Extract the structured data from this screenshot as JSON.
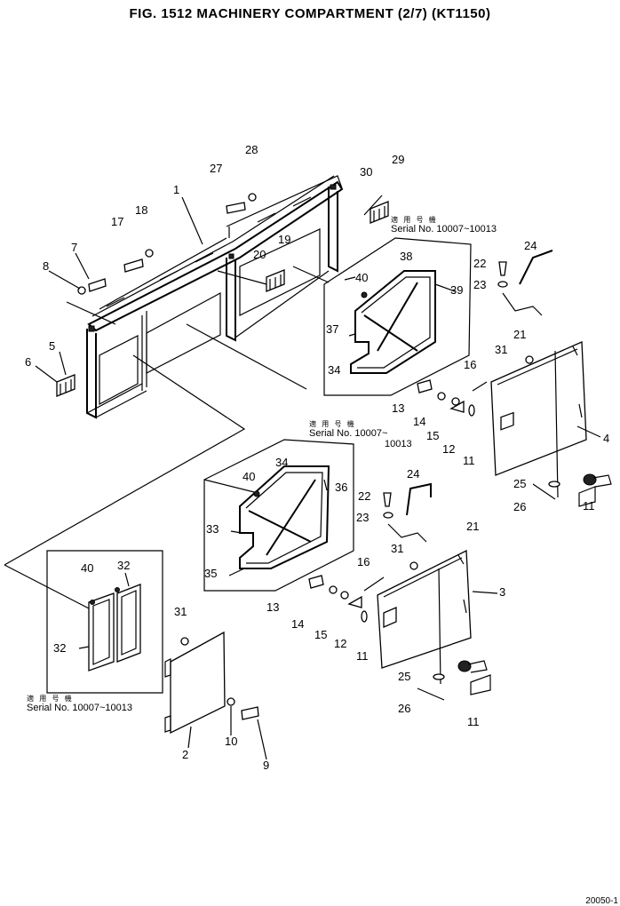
{
  "title": "FIG. 1512  MACHINERY COMPARTMENT (2/7) (KT1150)",
  "drawing_code": "20050-1",
  "serial_note_kanji": "適 用 号 機",
  "serial_notes": {
    "top_right": {
      "line1": "Serial No. 10007~10013"
    },
    "middle": {
      "line1": "Serial No. 10007~",
      "line2": "10013"
    },
    "bottom_left": {
      "line1": "Serial No. 10007~10013"
    }
  },
  "callouts": {
    "c1": "1",
    "c2": "2",
    "c3": "3",
    "c4": "4",
    "c5": "5",
    "c6": "6",
    "c7": "7",
    "c8": "8",
    "c9": "9",
    "c10": "10",
    "c11a": "11",
    "c11b": "11",
    "c11c": "11",
    "c11d": "11",
    "c12a": "12",
    "c12b": "12",
    "c13a": "13",
    "c13b": "13",
    "c14a": "14",
    "c14b": "14",
    "c15a": "15",
    "c15b": "15",
    "c16a": "16",
    "c16b": "16",
    "c17": "17",
    "c18": "18",
    "c19": "19",
    "c20": "20",
    "c21a": "21",
    "c21b": "21",
    "c22a": "22",
    "c22b": "22",
    "c23a": "23",
    "c23b": "23",
    "c24a": "24",
    "c24b": "24",
    "c25a": "25",
    "c25b": "25",
    "c26a": "26",
    "c26b": "26",
    "c27": "27",
    "c28": "28",
    "c29": "29",
    "c30": "30",
    "c31a": "31",
    "c31b": "31",
    "c31c": "31",
    "c32a": "32",
    "c32b": "32",
    "c33": "33",
    "c34a": "34",
    "c34b": "34",
    "c35": "35",
    "c36": "36",
    "c37": "37",
    "c38": "38",
    "c39": "39",
    "c40a": "40",
    "c40b": "40",
    "c40c": "40"
  }
}
